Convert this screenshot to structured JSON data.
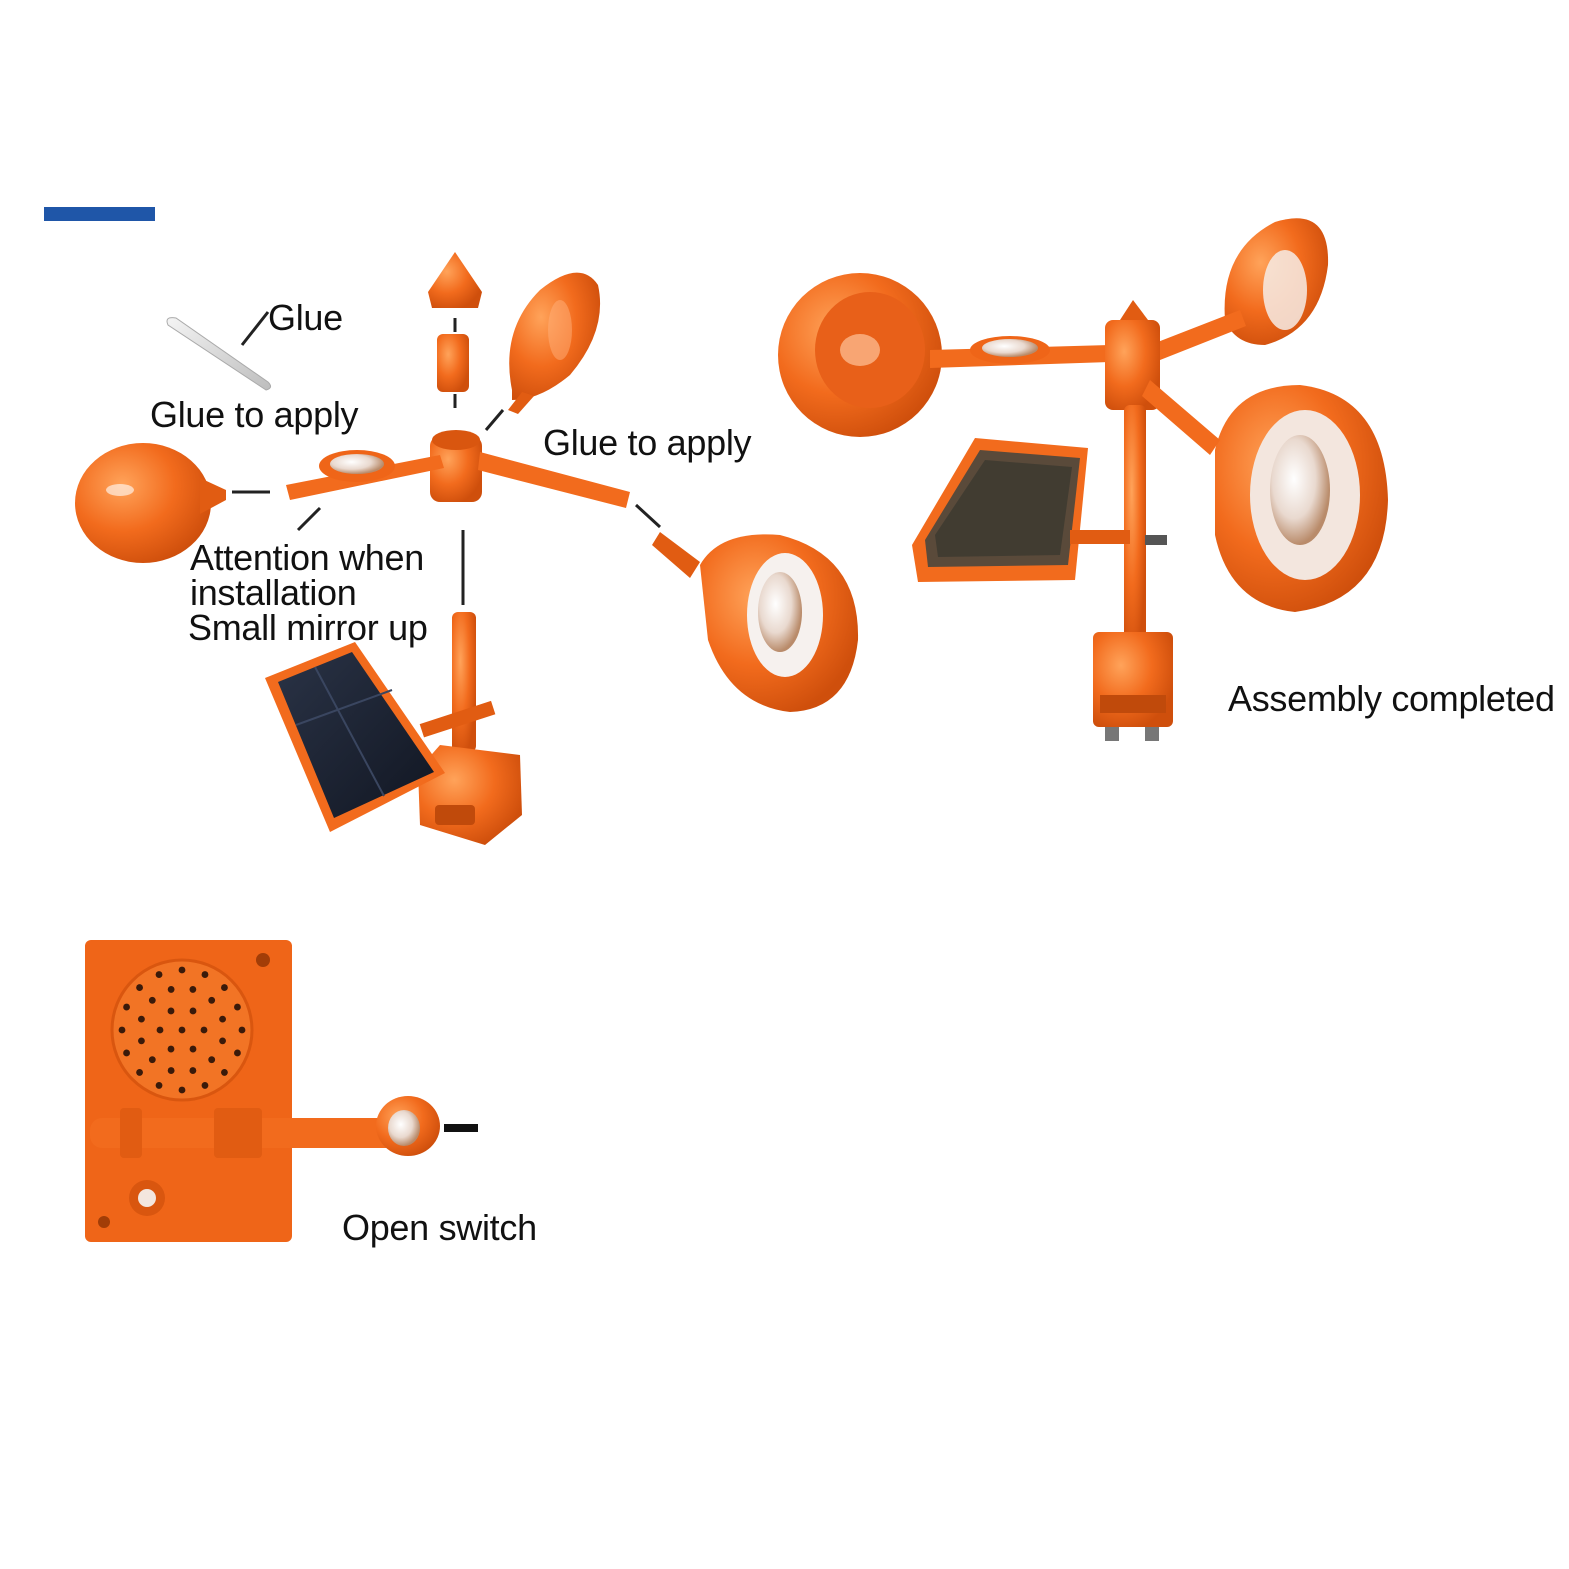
{
  "colors": {
    "product_orange": "#f26b1d",
    "product_orange_dark": "#d4520e",
    "product_orange_light": "#ff9a4d",
    "accent_blue": "#1f56a8",
    "solar_panel": "#1c2230",
    "text": "#111111"
  },
  "labels": {
    "glue": "Glue",
    "glue_to_apply_left": "Glue to apply",
    "glue_to_apply_right": "Glue to apply",
    "attention_line1": "Attention when",
    "attention_line2": "installation",
    "attention_line3": "Small mirror up",
    "assembly_completed": "Assembly completed",
    "open_switch": "Open switch"
  },
  "icons": {
    "glue_tube": "glue-tube-icon",
    "mirror_cup": "mirror-cup-icon",
    "solar_panel": "solar-panel-icon",
    "speaker_box": "speaker-box-icon"
  }
}
